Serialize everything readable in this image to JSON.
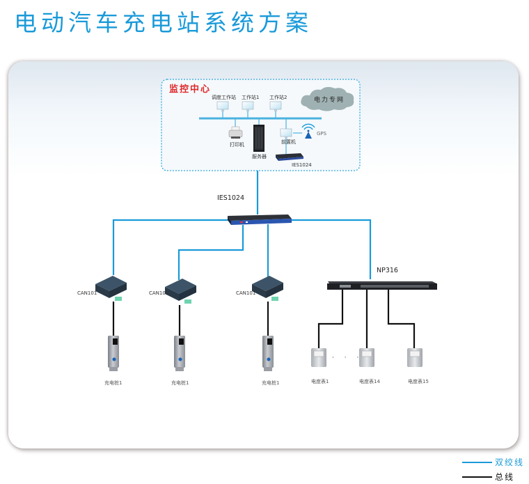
{
  "title": "电动汽车充电站系统方案",
  "monitoring_center": {
    "label": "监控中心",
    "cloud_label": "电力专网",
    "workstations": [
      "调度工作站",
      "工作站1",
      "工作站2"
    ],
    "printer_label": "打印机",
    "server_label": "服务器",
    "frontend_label": "前置机",
    "gps_label": "GPS",
    "switch_label": "IES1024"
  },
  "main_switch_label": "IES1024",
  "can_converters": [
    "CAN101",
    "CAN101",
    "CAN101"
  ],
  "chargers": [
    "充电桩1",
    "充电桩1",
    "充电桩1"
  ],
  "np_label": "NP316",
  "meters": [
    "电度表1",
    "电度表14",
    "电度表15"
  ],
  "ellipsis": "· · ·",
  "legend": [
    {
      "label": "双绞线",
      "color": "#1a9ad9"
    },
    {
      "label": "总线",
      "color": "#111111"
    }
  ],
  "colors": {
    "twisted_pair": "#1a9ad9",
    "bus": "#111111",
    "title": "#1a9ad9",
    "center_label": "#e0282a"
  }
}
